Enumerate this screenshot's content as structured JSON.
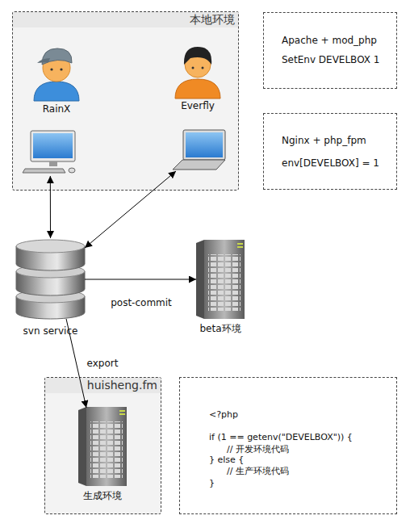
{
  "diagram": {
    "nodes": [
      {
        "text": [
          "本地环境"
        ]
      },
      {
        "text": [
          "RainX"
        ],
        "in": 0
      },
      {
        "text": [
          "Everfly"
        ],
        "in": 0
      },
      {
        "text": [
          "Apache + mod_php",
          "SetEnv DEVELBOX 1"
        ]
      },
      {
        "text": [
          "Nginx + php_fpm",
          "env[DEVELBOX] = 1"
        ]
      },
      {
        "text": [
          "svn service"
        ]
      },
      {
        "text": [
          "beta环境"
        ]
      },
      {
        "text": [
          "huisheng.fm"
        ]
      },
      {
        "text": [
          "生成环境"
        ],
        "in": 7
      },
      {
        "text": [
          "<?php",
          "if (1 == getenv(\"DEVELBOX\")) {",
          "// 开发环境代码",
          "} else {",
          "// 生产环境代码",
          "}"
        ]
      }
    ],
    "edges": [
      {
        "from": 1,
        "to": 5,
        "arrow": "both"
      },
      {
        "from": 2,
        "to": 5,
        "arrow": "both"
      },
      {
        "from": 5,
        "to": 6,
        "arrow": "to",
        "label": "post-commit"
      },
      {
        "from": 5,
        "to": 8,
        "arrow": "to",
        "label": "export"
      }
    ]
  }
}
